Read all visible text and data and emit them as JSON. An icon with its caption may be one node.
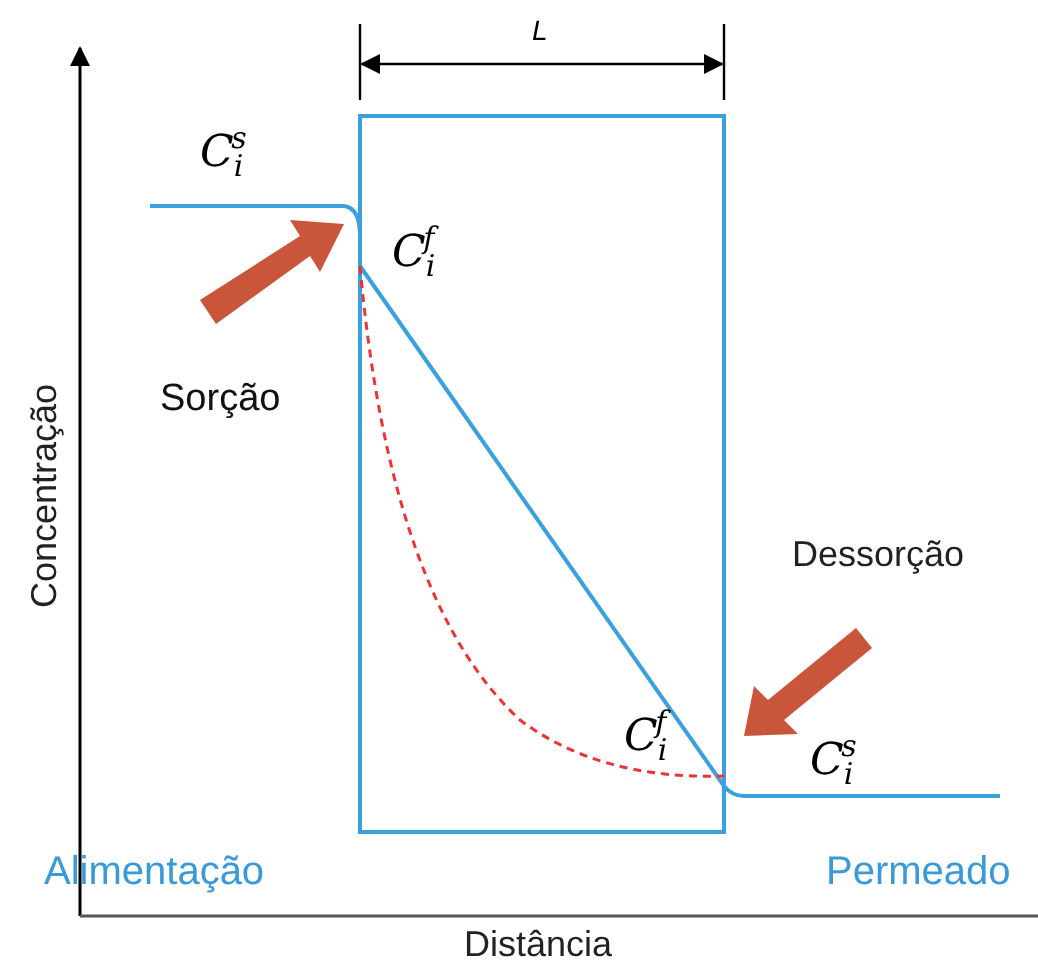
{
  "diagram": {
    "labels": [
      "L",
      "C$_{i}$$^{s}$",
      "C$_{i}$$^{f}$",
      "Sorção",
      "Concentração",
      "Dessorção",
      "C$_{i}$$^{f}$",
      "C$_{i}$$^{s}$",
      "Alimentação",
      "Permeado",
      "Distância"
    ]
  }
}
